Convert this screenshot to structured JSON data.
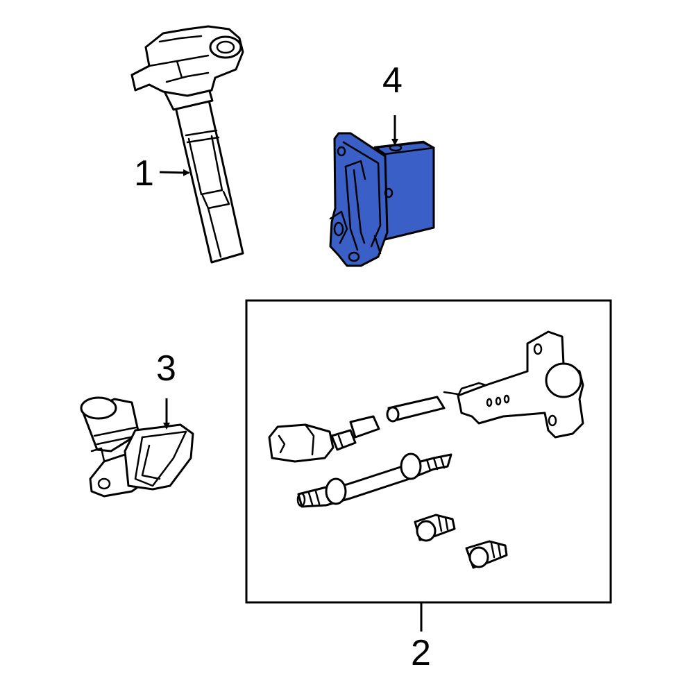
{
  "callouts": {
    "part_1": "1",
    "part_2": "2",
    "part_3": "3",
    "part_4": "4"
  },
  "colors": {
    "highlight": "#3a5fc7",
    "line": "#000000",
    "background": "#ffffff"
  }
}
